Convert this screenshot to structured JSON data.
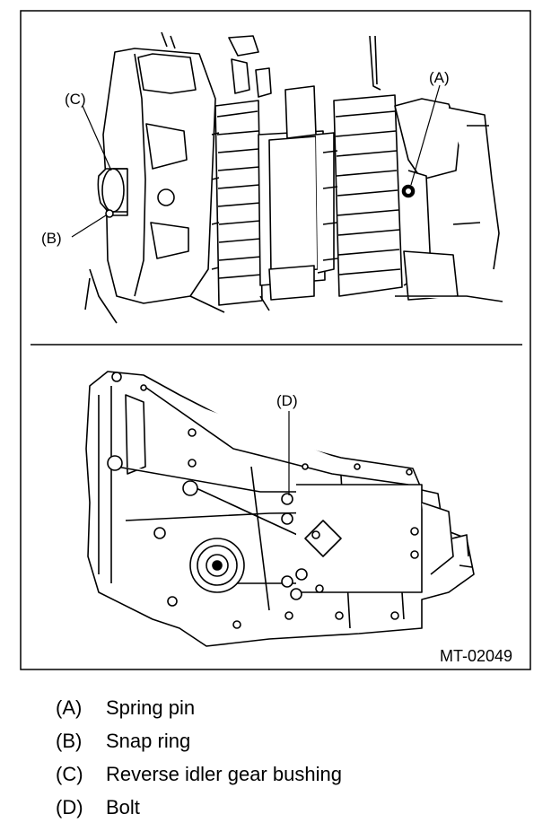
{
  "figure": {
    "code": "MT-02049",
    "callouts": {
      "a": "(A)",
      "b": "(B)",
      "c": "(C)",
      "d": "(D)"
    }
  },
  "legend": [
    {
      "key": "(A)",
      "text": "Spring pin"
    },
    {
      "key": "(B)",
      "text": "Snap ring"
    },
    {
      "key": "(C)",
      "text": "Reverse idler gear bushing"
    },
    {
      "key": "(D)",
      "text": "Bolt"
    }
  ]
}
